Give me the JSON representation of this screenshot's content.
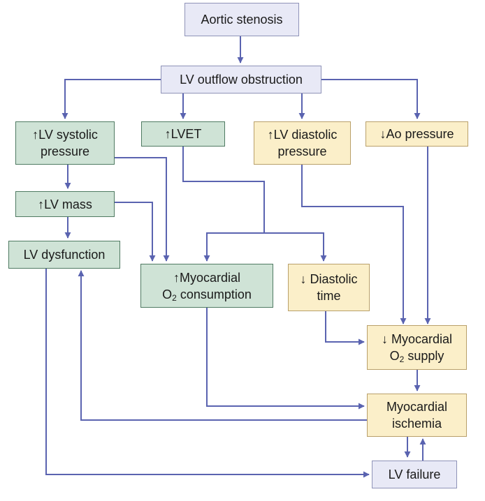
{
  "nodes": {
    "aortic_stenosis": {
      "text": "Aortic stenosis"
    },
    "lv_outflow": {
      "text": "LV outflow obstruction"
    },
    "lv_systolic": {
      "line1": "↑LV systolic",
      "line2": "pressure"
    },
    "lvet": {
      "text": "↑LVET"
    },
    "lv_diastolic": {
      "line1": "↑LV diastolic",
      "line2": "pressure"
    },
    "ao_pressure": {
      "text": "↓Ao pressure"
    },
    "lv_mass": {
      "text": "↑LV mass"
    },
    "lv_dysfunction": {
      "text": "LV dysfunction"
    },
    "myo_consumption": {
      "line1": "↑Myocardial",
      "line2_pre": "O",
      "line2_sub": "2",
      "line2_post": " consumption"
    },
    "diastolic_time": {
      "line1": "↓ Diastolic",
      "line2": "time"
    },
    "myo_supply": {
      "line1": "↓ Myocardial",
      "line2_pre": "O",
      "line2_sub": "2",
      "line2_post": " supply"
    },
    "myo_ischemia": {
      "line1": "Myocardial",
      "line2": "ischemia"
    },
    "lv_failure": {
      "text": "LV failure"
    }
  },
  "colors": {
    "arrow": "#5a63b0",
    "blue_fill": "#e8e9f6",
    "green_fill": "#cfe3d6",
    "yellow_fill": "#fbefc9"
  }
}
